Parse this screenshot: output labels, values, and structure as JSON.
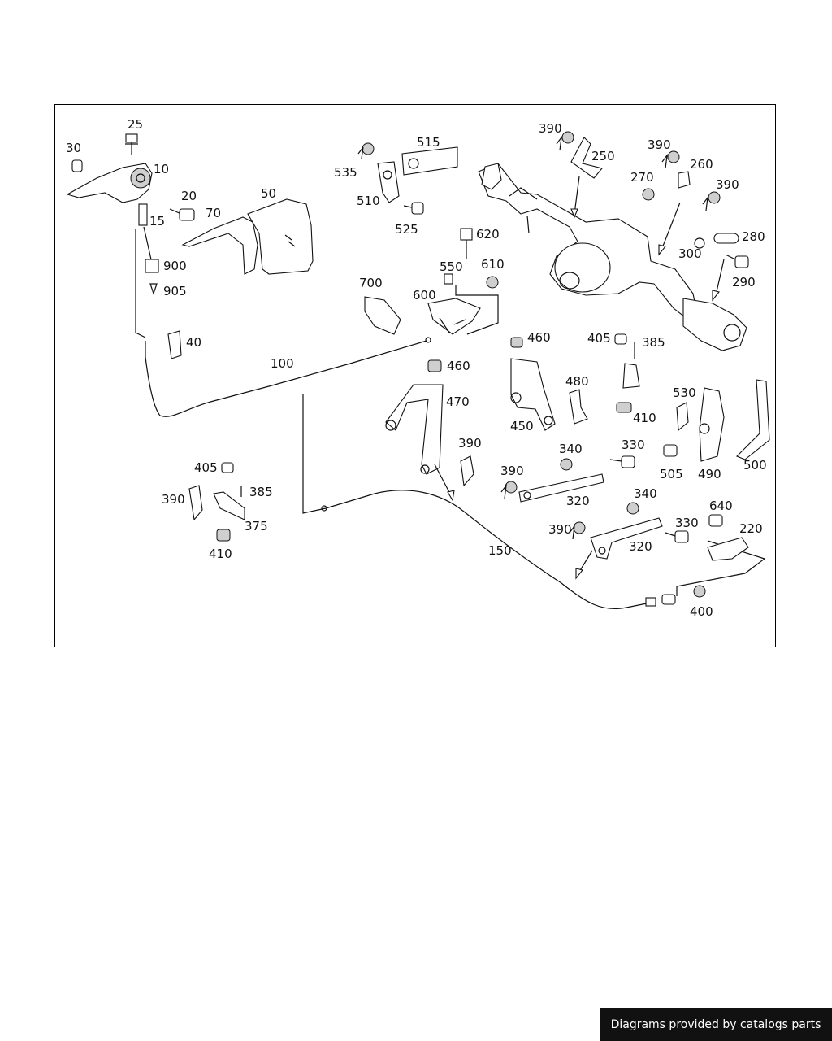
{
  "labels": {
    "l25": "25",
    "l30": "30",
    "l10": "10",
    "l20": "20",
    "l15": "15",
    "l70": "70",
    "l50": "50",
    "l900": "900",
    "l905": "905",
    "l40": "40",
    "l100": "100",
    "l535": "535",
    "l515": "515",
    "l510": "510",
    "l525": "525",
    "l620": "620",
    "l550": "550",
    "l610": "610",
    "l700": "700",
    "l600": "600",
    "l390a": "390",
    "l250": "250",
    "l390b": "390",
    "l260": "260",
    "l270": "270",
    "l390c": "390",
    "l280": "280",
    "l300": "300",
    "l290": "290",
    "l405a": "405",
    "l385a": "385",
    "l460a": "460",
    "l460b": "460",
    "l470": "470",
    "l450": "450",
    "l480": "480",
    "l410a": "410",
    "l530": "530",
    "l490": "490",
    "l500": "500",
    "l505": "505",
    "l330a": "330",
    "l340a": "340",
    "l390d": "390",
    "l390e": "390",
    "l320a": "320",
    "l340b": "340",
    "l390f": "390",
    "l330b": "330",
    "l320b": "320",
    "l640": "640",
    "l220": "220",
    "l150": "150",
    "l400": "400",
    "l405b": "405",
    "l385b": "385",
    "l390g": "390",
    "l375": "375",
    "l410b": "410"
  },
  "credit": "Diagrams provided by catalogs parts"
}
